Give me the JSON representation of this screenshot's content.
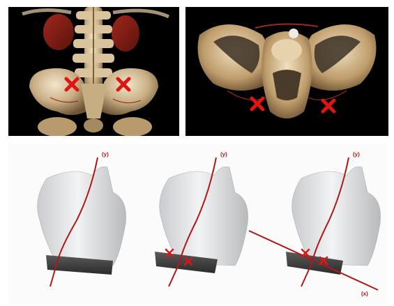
{
  "figure": {
    "axis_labels": {
      "y": "(y)",
      "x": "(x)"
    },
    "panels": [
      {
        "name": "ct-posterior-spine-pelvis",
        "markers": 2
      },
      {
        "name": "ct-axial-sacrum",
        "markers": 2
      },
      {
        "name": "torso-spine-axis",
        "markers": 0
      },
      {
        "name": "torso-spine-with-markers",
        "markers": 2
      },
      {
        "name": "torso-spine-with-x-axis",
        "markers": 2
      }
    ],
    "colors": {
      "marker": "#e01414",
      "axis_line": "#b01818",
      "ct_background": "#000000",
      "bone": "#d8c8a8",
      "belt": "#3a3a3a"
    }
  }
}
